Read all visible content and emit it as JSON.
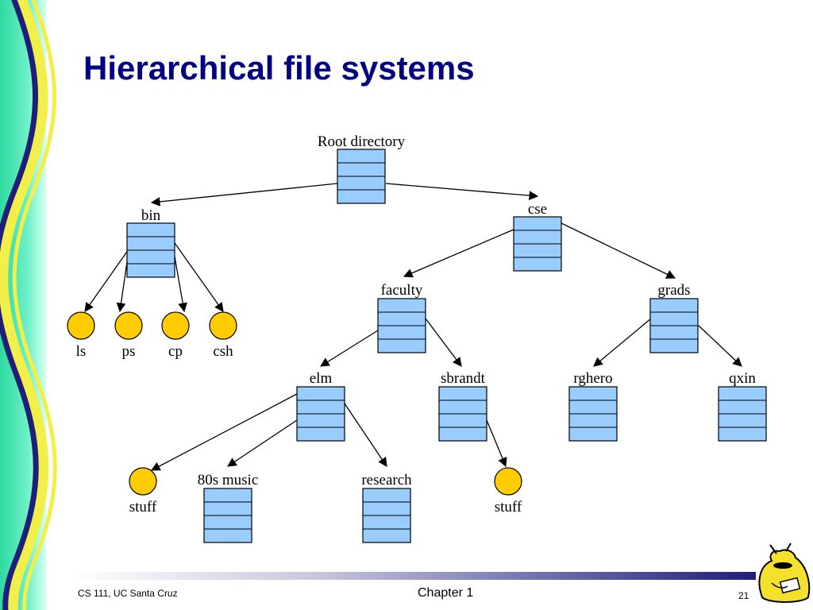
{
  "slide": {
    "title": "Hierarchical file systems",
    "footer_left": "CS 111, UC Santa Cruz",
    "footer_center": "Chapter 1",
    "page_number": "21"
  },
  "colors": {
    "title": "#000080",
    "directory_fill": "#99CCFF",
    "file_fill": "#FFCC00",
    "outline": "#000000",
    "wave_navy": "#1F1F7A",
    "wave_yellow": "#F2EE4A",
    "wave_green": "#3EE0A8",
    "footer_bar": "#1F1F7A"
  },
  "diagram": {
    "directories": [
      {
        "id": "root",
        "label": "Root directory"
      },
      {
        "id": "bin",
        "label": "bin"
      },
      {
        "id": "cse",
        "label": "cse"
      },
      {
        "id": "faculty",
        "label": "faculty"
      },
      {
        "id": "grads",
        "label": "grads"
      },
      {
        "id": "elm",
        "label": "elm"
      },
      {
        "id": "sbrandt",
        "label": "sbrandt"
      },
      {
        "id": "rghero",
        "label": "rghero"
      },
      {
        "id": "qxin",
        "label": "qxin"
      },
      {
        "id": "music",
        "label": "80s music"
      },
      {
        "id": "research",
        "label": "research"
      }
    ],
    "files": [
      {
        "id": "ls",
        "label": "ls"
      },
      {
        "id": "ps",
        "label": "ps"
      },
      {
        "id": "cp",
        "label": "cp"
      },
      {
        "id": "csh",
        "label": "csh"
      },
      {
        "id": "stuff1",
        "label": "stuff"
      },
      {
        "id": "stuff2",
        "label": "stuff"
      }
    ],
    "edges": [
      {
        "from": "root",
        "to": "bin"
      },
      {
        "from": "root",
        "to": "cse"
      },
      {
        "from": "bin",
        "to": "ls"
      },
      {
        "from": "bin",
        "to": "ps"
      },
      {
        "from": "bin",
        "to": "cp"
      },
      {
        "from": "bin",
        "to": "csh"
      },
      {
        "from": "cse",
        "to": "faculty"
      },
      {
        "from": "cse",
        "to": "grads"
      },
      {
        "from": "faculty",
        "to": "elm"
      },
      {
        "from": "faculty",
        "to": "sbrandt"
      },
      {
        "from": "grads",
        "to": "rghero"
      },
      {
        "from": "grads",
        "to": "qxin"
      },
      {
        "from": "elm",
        "to": "stuff1"
      },
      {
        "from": "elm",
        "to": "music"
      },
      {
        "from": "elm",
        "to": "research"
      },
      {
        "from": "sbrandt",
        "to": "stuff2"
      }
    ]
  }
}
